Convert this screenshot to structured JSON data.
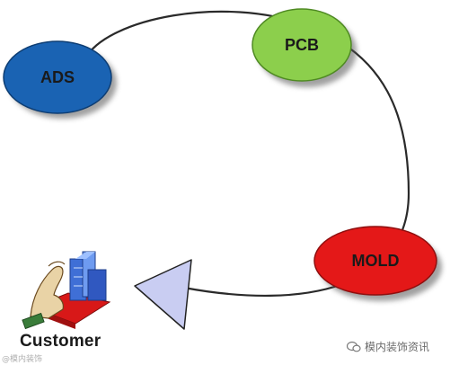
{
  "diagram": {
    "nodes": [
      {
        "id": "ads",
        "label": "ADS",
        "color": "#1a63b3"
      },
      {
        "id": "pcb",
        "label": "PCB",
        "color": "#8ccf4c"
      },
      {
        "id": "mold",
        "label": "MOLD",
        "color": "#e41818"
      }
    ],
    "customer": {
      "label": "Customer",
      "icon": "customer-building-icon"
    },
    "arrow_color": "#c9cdf2",
    "loop_color": "#2a2a2a"
  },
  "watermarks": {
    "left": "@模内装饰",
    "right": "模内装饰资讯"
  }
}
